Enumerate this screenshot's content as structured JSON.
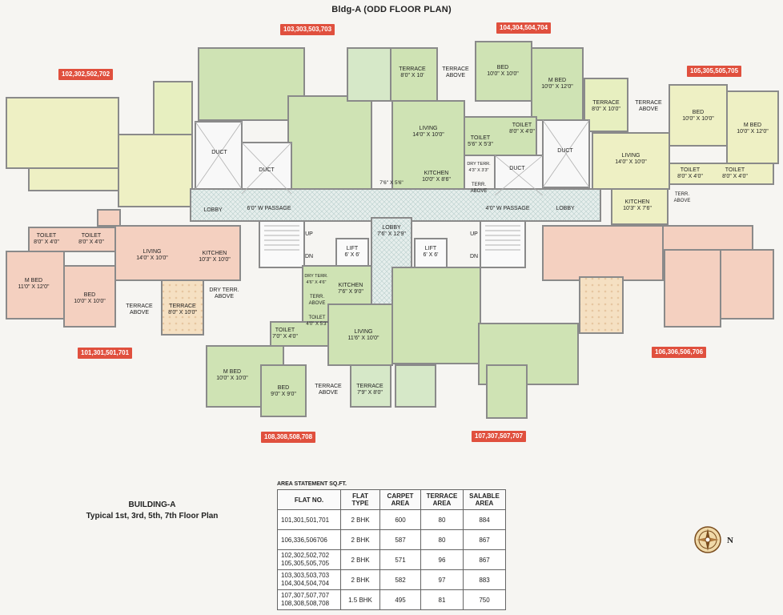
{
  "title": "Bldg-A (ODD FLOOR PLAN)",
  "flat_tags": {
    "t102": "102,302,502,702",
    "t103": "103,303,503,703",
    "t104": "104,304,504,704",
    "t105": "105,305,505,705",
    "t101": "101,301,501,701",
    "t106": "106,306,506,706",
    "t108": "108,308,508,708",
    "t107": "107,307,507,707"
  },
  "rooms": {
    "terrace_top": "TERRACE",
    "terrace_top_dim": "8'0\" X 10'",
    "terrace_above": "TERRACE",
    "above": "ABOVE",
    "bed_104": "BED",
    "bed_104_dim": "10'0\" X 10'0\"",
    "mbed_104": "M BED",
    "mbed_104_dim": "10'0\" X 12'0\"",
    "living_104": "LIVING",
    "living_104_dim": "14'0\" X 10'0\"",
    "kitchen_104": "KITCHEN",
    "kitchen_104_dim": "10'0\" X 8'6\"",
    "toilet_a": "TOILET",
    "toilet_a_dim": "5'6\" X 5'3\"",
    "toilet_b": "TOILET",
    "toilet_b_dim": "8'0\" X 4'0\"",
    "dry_terr": "DRY TERR.",
    "dry_terr_dim": "4'3\" X 3'3\"",
    "terr": "TERR.",
    "duct": "DUCT",
    "dim_76_56": "7'6\" X 5'6\"",
    "terrace_105": "TERRACE",
    "terrace_105_dim": "8'0\" X 10'0\"",
    "bed_105": "BED",
    "bed_105_dim": "10'0\" X 10'0\"",
    "mbed_105": "M BED",
    "mbed_105_dim": "10'0\" X 12'0\"",
    "living_105": "LIVING",
    "living_105_dim": "14'0\" X 10'0\"",
    "toilet_105": "TOILET",
    "toilet_105_dim": "8'0\" X 4'0\"",
    "kitchen_105": "KITCHEN",
    "kitchen_105_dim": "10'3\" X 7'6\"",
    "lobby": "LOBBY",
    "passage": "6'0\" W PASSAGE",
    "passage_r": "4'0\" W PASSAGE",
    "lobby_c": "LOBBY",
    "lobby_c_dim": "7'6\" X 12'9\"",
    "up": "UP",
    "dn": "DN",
    "lift": "LIFT",
    "lift_dim": "6' X 6'",
    "toilet_101": "TOILET",
    "toilet_101_dim": "8'0\" X 4'0\"",
    "toilet_101b": "TOILET",
    "toilet_101b_dim": "8'0\" X 4'0\"",
    "living_101": "LIVING",
    "living_101_dim": "14'0\" X 10'0\"",
    "kitchen_101": "KITCHEN",
    "kitchen_101_dim": "10'3\" X 10'0\"",
    "mbed_101": "M BED",
    "mbed_101_dim": "11'0\" X 12'0\"",
    "bed_101": "BED",
    "bed_101_dim": "10'0\" X 10'0\"",
    "terrace_101": "TERRACE",
    "terrace_101b": "TERRACE",
    "terrace_101b_dim": "8'0\" X 10'0\"",
    "dry_terr_101": "DRY TERR.",
    "dry_terr_c": "DRY TERR.",
    "dry_terr_c_dim": "4'6\" X 4'6\"",
    "kitchen_108": "KITCHEN",
    "kitchen_108_dim": "7'6\" X 9'0\"",
    "toilet_108": "TOILET",
    "toilet_108_dim": "4'0\" X 5'3\"",
    "living_108": "LIVING",
    "living_108_dim": "11'6\" X 10'0\"",
    "toilet_108b": "TOILET",
    "toilet_108b_dim": "7'0\" X 4'0\"",
    "mbed_108": "M BED",
    "mbed_108_dim": "10'0\" X 10'0\"",
    "bed_108": "BED",
    "bed_108_dim": "9'0\" X 9'0\"",
    "terrace_108": "TERRACE",
    "terrace_108b": "TERRACE",
    "terrace_108b_dim": "7'9\" X 8'0\""
  },
  "caption": {
    "line1": "BUILDING-A",
    "line2": "Typical 1st, 3rd, 5th, 7th Floor Plan"
  },
  "area_statement": {
    "caption": "AREA STATEMENT SQ.FT.",
    "headers": [
      "FLAT NO.",
      "FLAT TYPE",
      "CARPET AREA",
      "TERRACE AREA",
      "SALABLE AREA"
    ],
    "rows": [
      {
        "flat": "101,301,501,701",
        "type": "2 BHK",
        "carpet": "600",
        "terrace": "80",
        "salable": "884"
      },
      {
        "flat": "106,336,506706",
        "type": "2 BHK",
        "carpet": "587",
        "terrace": "80",
        "salable": "867"
      },
      {
        "flat": "102,302,502,702",
        "flat2": "105,305,505,705",
        "type": "2 BHK",
        "carpet": "571",
        "terrace": "96",
        "salable": "867"
      },
      {
        "flat": "103,303,503,703",
        "flat2": "104,304,504,704",
        "type": "2 BHK",
        "carpet": "582",
        "terrace": "97",
        "salable": "883"
      },
      {
        "flat": "107,307,507,707",
        "flat2": "108,308,508,708",
        "type": "1.5 BHK",
        "carpet": "495",
        "terrace": "81",
        "salable": "750"
      }
    ]
  },
  "compass": {
    "north": "N"
  },
  "colors": {
    "green": "#cfe3b4",
    "yellow": "#eef0c4",
    "pink": "#f4d0c0",
    "hatch": "#d9e6e4",
    "tag": "#e0503e",
    "wall": "#8a8a8a"
  }
}
